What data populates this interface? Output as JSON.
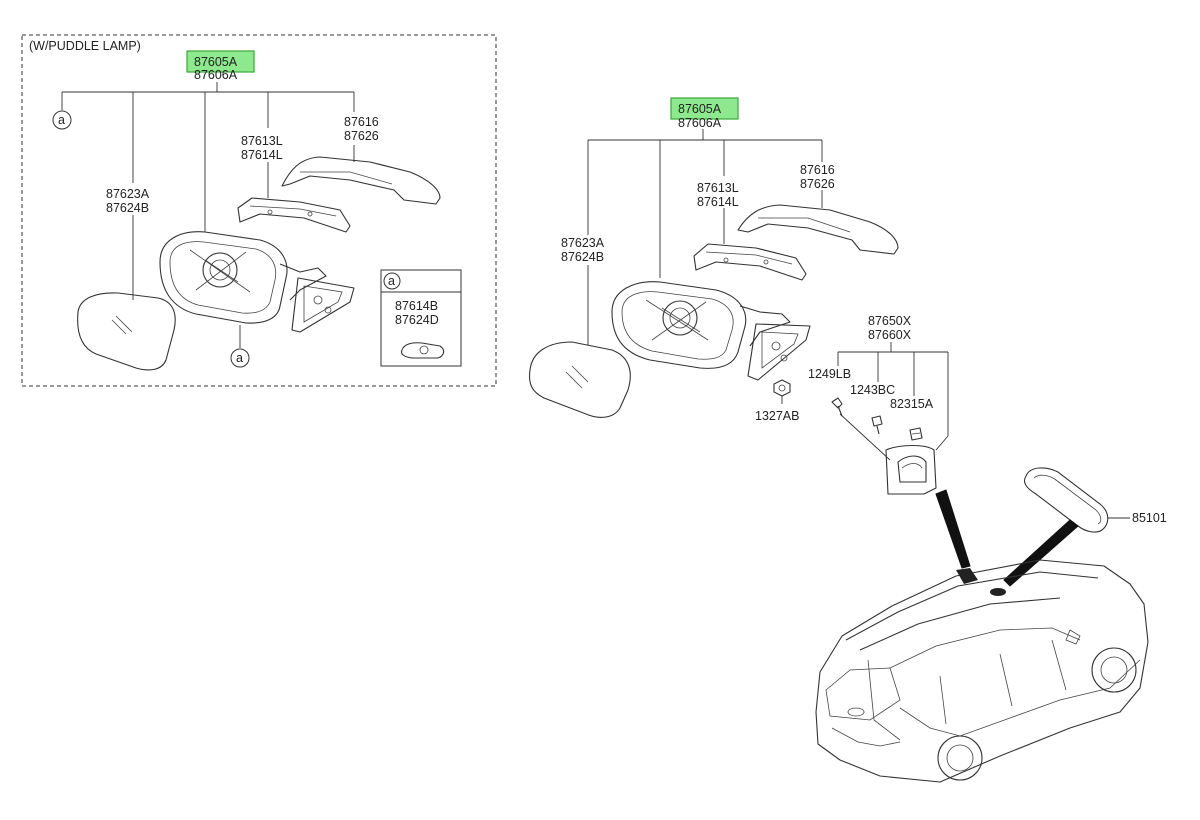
{
  "inset": {
    "title": "(W/PUDDLE LAMP)",
    "assembly": {
      "part_a": "87605A",
      "part_b": "87606A"
    },
    "glass": [
      "87623A",
      "87624B"
    ],
    "cover_inner": [
      "87613L",
      "87614L"
    ],
    "cover_outer": [
      "87616",
      "87626"
    ],
    "callout_letter": "a",
    "detail": {
      "letter": "a",
      "parts": [
        "87614B",
        "87624D"
      ]
    }
  },
  "main": {
    "assembly": {
      "part_a": "87605A",
      "part_b": "87606A"
    },
    "glass": [
      "87623A",
      "87624B"
    ],
    "cover_inner": [
      "87613L",
      "87614L"
    ],
    "cover_outer": [
      "87616",
      "87626"
    ],
    "nut": "1327AB",
    "bracket": [
      "87650X",
      "87660X"
    ],
    "bolt": "1249LB",
    "screw": "1243BC",
    "clip": "82315A",
    "inside_mirror": "85101"
  },
  "colors": {
    "highlight": "#8ee88e",
    "line": "#333333"
  }
}
